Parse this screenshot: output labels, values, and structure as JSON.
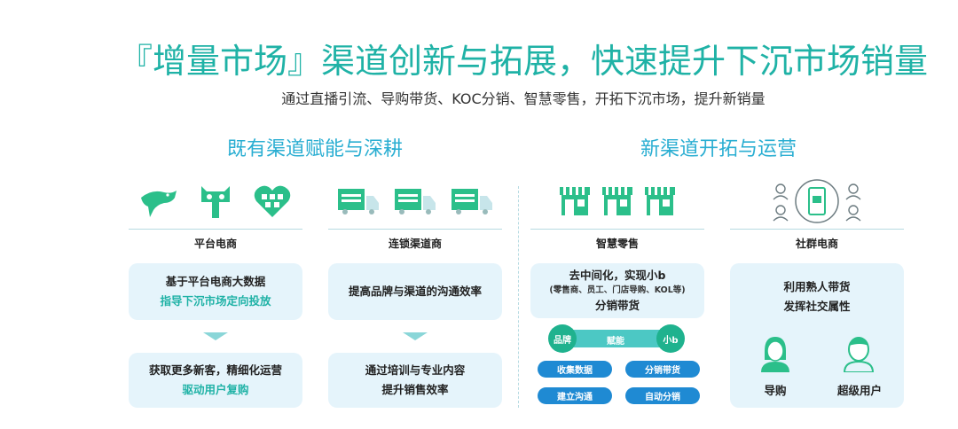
{
  "header": {
    "title": "『增量市场』渠道创新与拓展，快速提升下沉市场销量",
    "subtitle": "通过直播引流、导购带货、KOC分销、智慧零售，开拓下沉市场，提升新销量"
  },
  "sections": {
    "left_title": "既有渠道赋能与深耕",
    "right_title": "新渠道开拓与运营"
  },
  "columns": {
    "platform": {
      "label": "平台电商",
      "box1": {
        "line1": "基于平台电商大数据",
        "line2": "指导下沉市场定向投放"
      },
      "box2": {
        "line1": "获取更多新客，精细化运营",
        "line2": "驱动用户复购"
      }
    },
    "chain": {
      "label": "连锁渠道商",
      "box1": {
        "line1": "提高品牌与渠道的沟通效率"
      },
      "box2": {
        "line1": "通过培训与专业内容",
        "line2": "提升销售效率"
      }
    },
    "smart": {
      "label": "智慧零售",
      "box1": {
        "line1": "去中间化，实现小b",
        "line2": "(零售商、员工、门店导购、KOL等)",
        "line3": "分销带货"
      },
      "flow": {
        "left": "品牌",
        "mid": "赋能",
        "right": "小b"
      },
      "pills": [
        "收集数据",
        "分销带货",
        "建立沟通",
        "自动分销"
      ]
    },
    "social": {
      "label": "社群电商",
      "box1": {
        "line1": "利用熟人带货",
        "line2": "发挥社交属性"
      },
      "persons": [
        "导购",
        "超级用户"
      ]
    }
  },
  "colors": {
    "teal": "#1fb2a6",
    "blue_title": "#2aaed2",
    "box_bg": "#e5f4fb",
    "pill_blue": "#1f8ad3",
    "icon_green": "#2bbf8a"
  }
}
